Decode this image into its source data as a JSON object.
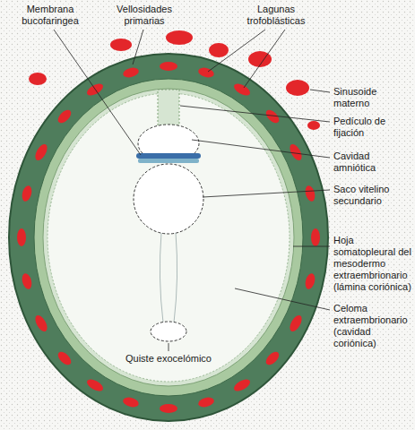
{
  "diagram": {
    "labels": [
      "Membrana bucofaringea",
      "Vellosidades primarias",
      "Lagunas trofoblásticas",
      "Sinusoide materno",
      "Pedículo de fijación",
      "Cavidad amniótica",
      "Saco vitelino secundario",
      "Hoja somatopleural del mesodermo extraembrionario (lámina coriónica)",
      "Celoma extraembrionario (cavidad coriónica)",
      "Quiste exocelómico"
    ]
  }
}
